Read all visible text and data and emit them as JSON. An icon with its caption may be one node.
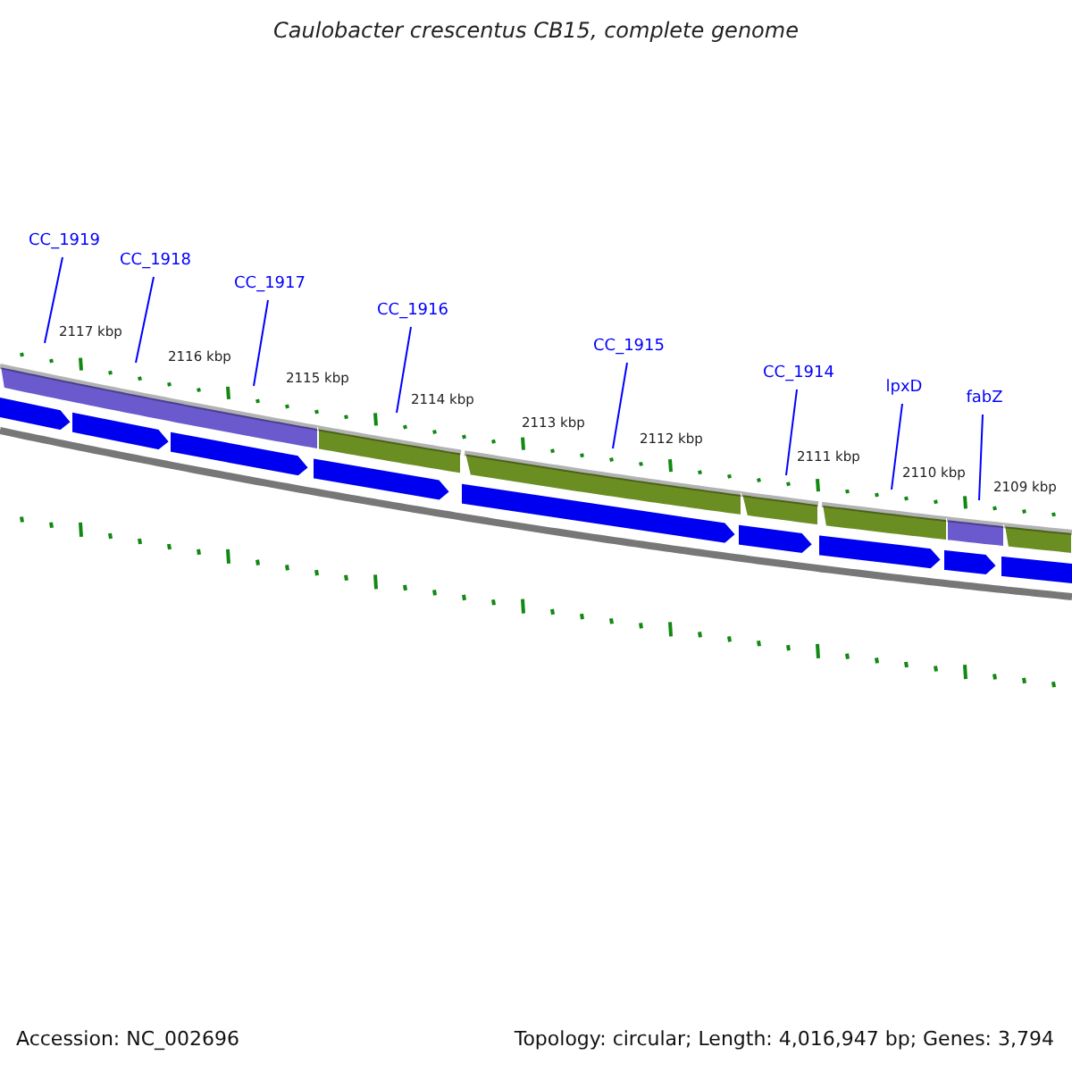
{
  "diagram": {
    "title": "Caulobacter crescentus CB15, complete genome",
    "nodes": [
      {
        "text": [
          "CC_1919"
        ]
      },
      {
        "text": [
          "CC_1918"
        ]
      },
      {
        "text": [
          "CC_1917"
        ]
      },
      {
        "text": [
          "CC_1916"
        ]
      },
      {
        "text": [
          "CC_1915"
        ]
      },
      {
        "text": [
          "CC_1914"
        ]
      },
      {
        "text": [
          "lpxD"
        ]
      },
      {
        "text": [
          "fabZ"
        ]
      }
    ],
    "edges": [
      {
        "from": 0,
        "to": null,
        "arrow": "none"
      },
      {
        "from": 1,
        "to": null,
        "arrow": "none"
      },
      {
        "from": 2,
        "to": null,
        "arrow": "none"
      },
      {
        "from": 3,
        "to": null,
        "arrow": "none"
      },
      {
        "from": 4,
        "to": null,
        "arrow": "none"
      },
      {
        "from": 5,
        "to": null,
        "arrow": "none"
      },
      {
        "from": 6,
        "to": null,
        "arrow": "none"
      },
      {
        "from": 7,
        "to": null,
        "arrow": "none"
      }
    ],
    "labels": [
      "2117 kbp",
      "2116 kbp",
      "2115 kbp",
      "2114 kbp",
      "2113 kbp",
      "2112 kbp",
      "2111 kbp",
      "2110 kbp",
      "2109 kbp",
      "Accession: NC_002696",
      "Topology: circular; Length: 4,016,947 bp; Genes: 3,794"
    ]
  }
}
